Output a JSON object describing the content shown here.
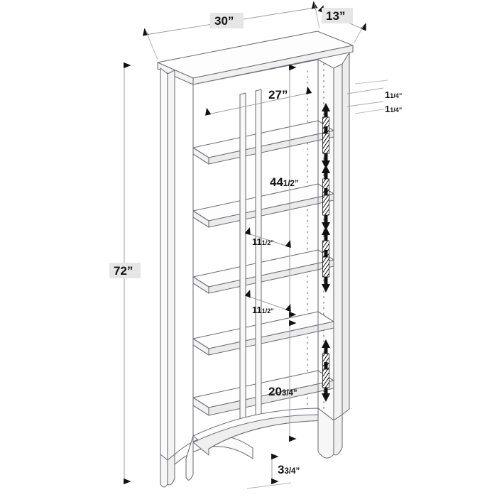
{
  "diagram": {
    "title": "Bookcase dimension diagram",
    "subject": "5-shelf bookcase",
    "projection": "isometric line drawing",
    "line_color": "#6e6e73",
    "fill_color": "#ffffff",
    "label_bg_color": "#e6e6e6",
    "text_color": "#141414"
  },
  "dimensions": {
    "width": {
      "whole": "30",
      "frac": "",
      "unit": "”",
      "label": "30”",
      "name": "overall-width"
    },
    "depth": {
      "whole": "13",
      "frac": "",
      "unit": "”",
      "label": "13”",
      "name": "overall-depth"
    },
    "height": {
      "whole": "72",
      "frac": "",
      "unit": "”",
      "label": "72”",
      "name": "overall-height"
    },
    "interior_width": {
      "whole": "27",
      "frac": "",
      "unit": "”",
      "label": "27”",
      "name": "interior-width"
    },
    "upper_section": {
      "whole": "44",
      "frac": "1/2",
      "unit": "”",
      "label": "44 1/2”",
      "name": "upper-section-height"
    },
    "shelf_space_a": {
      "whole": "11",
      "frac": "1/2",
      "unit": "”",
      "label": "11 1/2”",
      "name": "shelf-opening-a"
    },
    "shelf_space_b": {
      "whole": "11",
      "frac": "1/2",
      "unit": "”",
      "label": "11 1/2”",
      "name": "shelf-opening-b"
    },
    "lower_section": {
      "whole": "20",
      "frac": "3/4",
      "unit": "”",
      "label": "20 3/4”",
      "name": "lower-section-height"
    },
    "base_clearance": {
      "whole": "3",
      "frac": "3/4",
      "unit": "”",
      "label": "3 3/4”",
      "name": "base-clearance"
    },
    "thickness_top": {
      "whole": "1",
      "frac": "1/4",
      "unit": "”",
      "label": "1 1/4”",
      "name": "panel-thickness-top"
    },
    "thickness_bottom": {
      "whole": "1",
      "frac": "1/4",
      "unit": "”",
      "label": "1 1/4”",
      "name": "panel-thickness-bottom"
    }
  },
  "features": {
    "adjustable_shelf_count": 4,
    "shelf_pin_columns": 2,
    "adjustment_arrow_symbol": "double-headed-arrow",
    "base_style": "arched apron with tapered legs"
  }
}
